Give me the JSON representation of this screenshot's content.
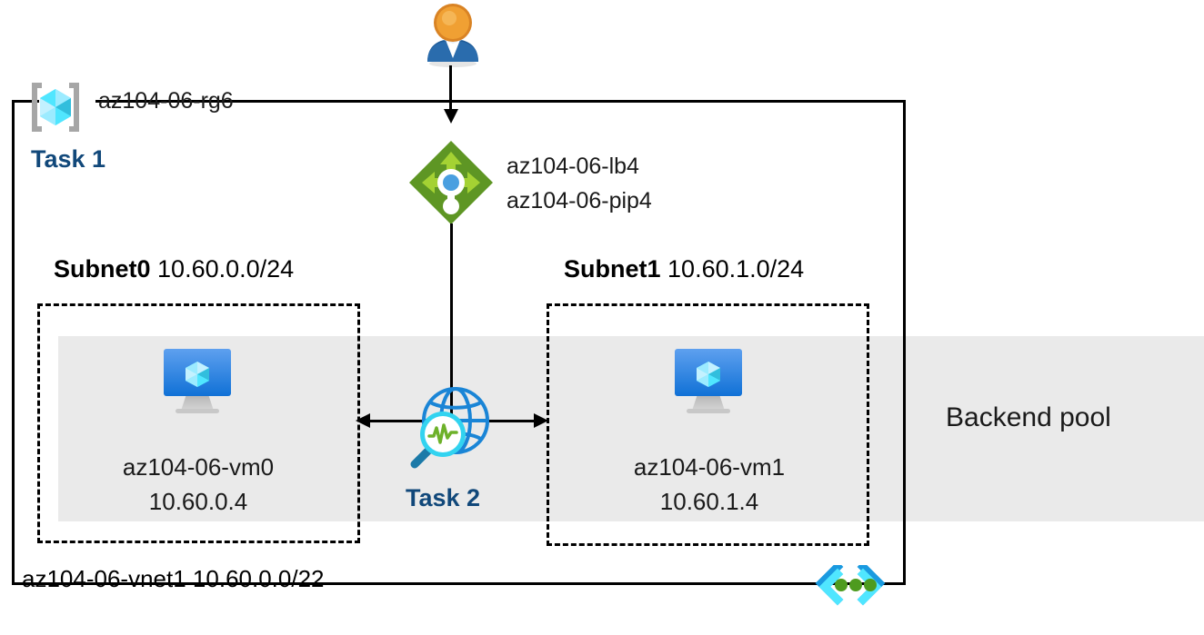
{
  "diagram": {
    "resource_group": {
      "icon": "resource-group-icon",
      "name": "az104-06-rg6",
      "task_label": "Task 1"
    },
    "user": {
      "icon": "user-icon"
    },
    "load_balancer": {
      "icon": "load-balancer-icon",
      "name_line1": "az104-06-lb4",
      "name_line2": "az104-06-pip4"
    },
    "backend_pool": {
      "label": "Backend pool"
    },
    "subnets": [
      {
        "name": "Subnet0",
        "cidr": "10.60.0.0/24",
        "vm": {
          "icon": "virtual-machine-icon",
          "name": "az104-06-vm0",
          "ip": "10.60.0.4"
        }
      },
      {
        "name": "Subnet1",
        "cidr": "10.60.1.0/24",
        "vm": {
          "icon": "virtual-machine-icon",
          "name": "az104-06-vm1",
          "ip": "10.60.1.4"
        }
      }
    ],
    "network_watcher": {
      "icon": "network-watcher-icon",
      "task_label": "Task 2"
    },
    "vnet": {
      "icon": "virtual-network-icon",
      "name": "az104-06-vnet1",
      "cidr": "10.60.0.0/22"
    },
    "colors": {
      "task_text": "#11487a",
      "backend_band": "#eaeaea",
      "load_balancer_green": "#5e9624",
      "azure_blue": "#0078d4",
      "cyan": "#32bedd",
      "line": "#000000"
    }
  }
}
